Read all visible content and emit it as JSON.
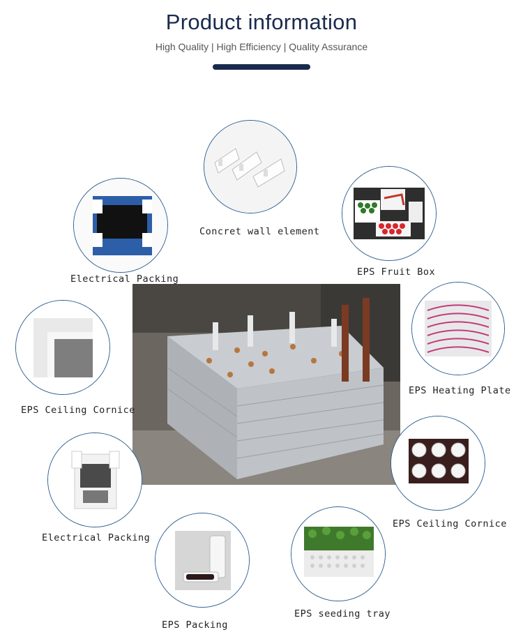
{
  "header": {
    "title": "Product information",
    "subtitle": "High Quality | High Efficiency | Quality Assurance"
  },
  "products": [
    {
      "label": "Concret wall element"
    },
    {
      "label": "Electrical Packing"
    },
    {
      "label": "EPS Fruit Box"
    },
    {
      "label": "EPS Ceiling Cornice"
    },
    {
      "label": "EPS Heating Plate"
    },
    {
      "label": "Electrical Packing"
    },
    {
      "label": "EPS Ceiling Cornice"
    },
    {
      "label": "EPS Packing"
    },
    {
      "label": "EPS seeding tray"
    }
  ],
  "colors": {
    "title": "#1a2a4e",
    "circle_border": "#2f5f8f"
  }
}
